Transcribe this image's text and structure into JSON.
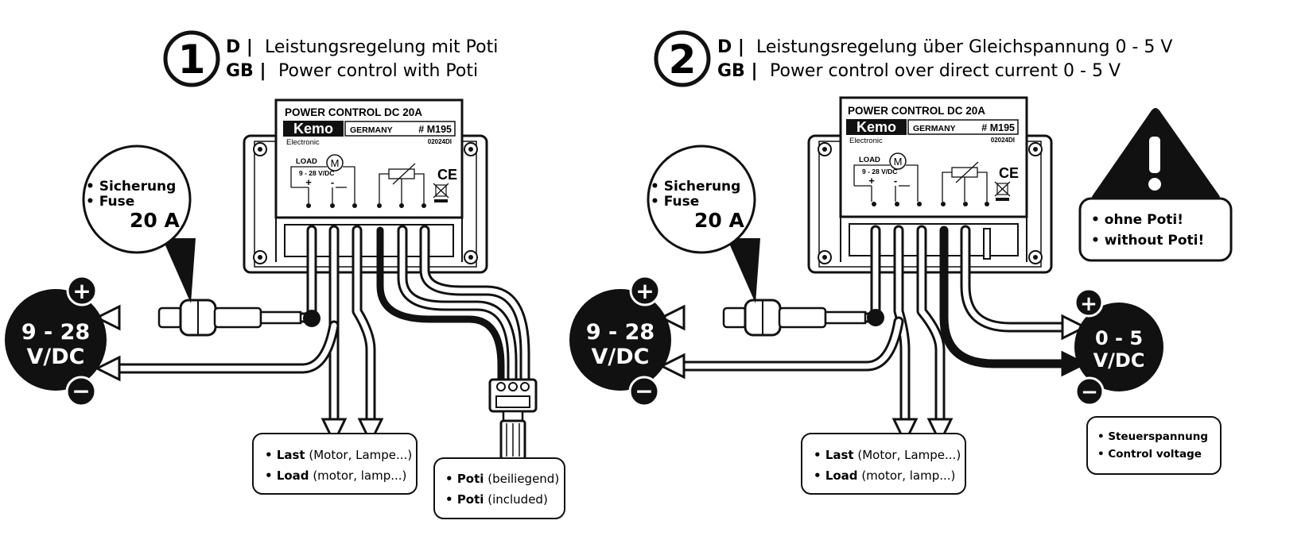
{
  "panel1": {
    "number": "1",
    "line1_lang": "D |",
    "line1_text": "Leistungsregelung mit Poti",
    "line2_lang": "GB |",
    "line2_text": "Power control with Poti",
    "module": {
      "title": "POWER CONTROL DC 20A",
      "brand": "Kemo",
      "origin": "GERMANY",
      "model": "# M195",
      "sub": "Electronic",
      "code": "02024DI",
      "load_label": "LOAD",
      "motor_symbol": "M",
      "voltage": "9 - 28 V/DC",
      "plus": "+",
      "minus": "-",
      "ce": "CE"
    },
    "fuse": {
      "line1": "• Sicherung",
      "line2": "• Fuse",
      "rating": "20 A"
    },
    "supply": {
      "line1": "9 - 28",
      "line2": "V/DC",
      "plus": "+",
      "minus": "−"
    },
    "load_box": {
      "line1_bold": "Last",
      "line1_rest": "(Motor, Lampe...)",
      "line2_bold": "Load",
      "line2_rest": "(motor, lamp...)"
    },
    "poti_box": {
      "line1_bold": "Poti",
      "line1_rest": "(beiliegend)",
      "line2_bold": "Poti",
      "line2_rest": "(included)"
    }
  },
  "panel2": {
    "number": "2",
    "line1_lang": "D |",
    "line1_text": "Leistungsregelung über Gleichspannung 0 - 5 V",
    "line2_lang": "GB |",
    "line2_text": "Power control over direct current 0 - 5 V",
    "module": {
      "title": "POWER CONTROL DC 20A",
      "brand": "Kemo",
      "origin": "GERMANY",
      "model": "# M195",
      "sub": "Electronic",
      "code": "02024DI",
      "load_label": "LOAD",
      "motor_symbol": "M",
      "voltage": "9 - 28 V/DC",
      "plus": "+",
      "minus": "-",
      "ce": "CE"
    },
    "fuse": {
      "line1": "• Sicherung",
      "line2": "• Fuse",
      "rating": "20 A"
    },
    "supply": {
      "line1": "9 - 28",
      "line2": "V/DC",
      "plus": "+",
      "minus": "−"
    },
    "control": {
      "line1": "0 - 5",
      "line2": "V/DC",
      "plus": "+",
      "minus": "−"
    },
    "warning": {
      "line1": "• ohne Poti!",
      "line2": "• without Poti!",
      "mark": "!"
    },
    "load_box": {
      "line1_bold": "Last",
      "line1_rest": "(Motor, Lampe...)",
      "line2_bold": "Load",
      "line2_rest": "(motor, lamp...)"
    },
    "control_box": {
      "line1": "• Steuerspannung",
      "line2": "• Control voltage"
    }
  },
  "icons": [
    "motor-icon",
    "ce-mark-icon",
    "weee-bin-icon",
    "warning-triangle-icon",
    "fuse-holder-icon",
    "potentiometer-icon"
  ]
}
